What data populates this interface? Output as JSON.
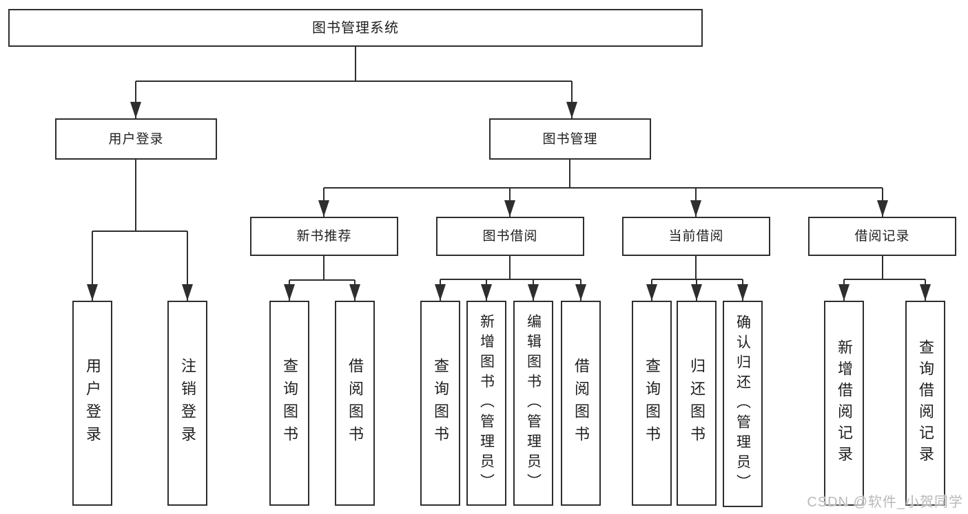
{
  "tree": {
    "root": {
      "label": "图书管理系统"
    },
    "branches": [
      {
        "label": "用户登录",
        "children": [
          {
            "label": "用户登录"
          },
          {
            "label": "注销登录"
          }
        ]
      },
      {
        "label": "图书管理",
        "children": [
          {
            "label": "新书推荐",
            "children": [
              {
                "label": "查询图书"
              },
              {
                "label": "借阅图书"
              }
            ]
          },
          {
            "label": "图书借阅",
            "children": [
              {
                "label": "查询图书"
              },
              {
                "label": "新增图书（管理员）"
              },
              {
                "label": "编辑图书（管理员）"
              },
              {
                "label": "借阅图书"
              }
            ]
          },
          {
            "label": "当前借阅",
            "children": [
              {
                "label": "查询图书"
              },
              {
                "label": "归还图书"
              },
              {
                "label": "确认归还（管理员）"
              }
            ]
          },
          {
            "label": "借阅记录",
            "children": [
              {
                "label": "新增借阅记录"
              },
              {
                "label": "查询借阅记录"
              }
            ]
          }
        ]
      }
    ]
  },
  "watermark": {
    "text": "CSDN @软件_小贺同学"
  },
  "colors": {
    "line": "#2e2e2e",
    "box_border": "#2e2e2e",
    "text": "#1f1f1f",
    "watermark": "#b9b9b9",
    "background": "#ffffff"
  }
}
